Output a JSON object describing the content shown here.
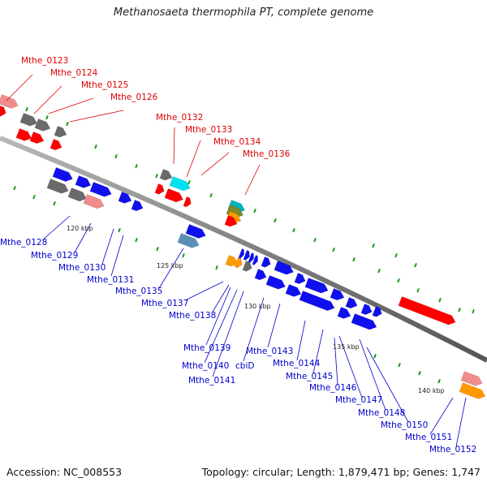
{
  "title": "Methanosaeta thermophila PT, complete genome",
  "footer": {
    "accession": "Accession: NC_008553",
    "summary": "Topology: circular; Length: 1,879,471 bp; Genes: 1,747"
  },
  "ticks": [
    "120 kbp",
    "125 kbp",
    "130 kbp",
    "135 kbp",
    "140 kbp"
  ],
  "colors": {
    "backbone": "#7d7d7d",
    "label_upper": "#dd0000",
    "label_lower": "#0000cc",
    "gene_red": "#ff0000",
    "gene_blue": "#1010ee",
    "gene_gray": "#6a6a6a",
    "gene_pink": "#f08c8c",
    "gene_cyan": "#00e0ee",
    "gene_orange": "#ff9900",
    "gene_steel": "#5b8fb8",
    "gene_olive": "#7a8a2a",
    "gene_teal": "#00b3c0",
    "tick_green": "#1a9a1a"
  },
  "labels_upper": [
    "Mthe_0123",
    "Mthe_0124",
    "Mthe_0125",
    "Mthe_0126",
    "Mthe_0132",
    "Mthe_0133",
    "Mthe_0134",
    "Mthe_0136"
  ],
  "labels_lower": [
    "Mthe_0128",
    "Mthe_0129",
    "Mthe_0130",
    "Mthe_0131",
    "Mthe_0135",
    "Mthe_0137",
    "Mthe_0138",
    "Mthe_0139",
    "Mthe_0140",
    "Mthe_0141",
    "cbiD",
    "Mthe_0143",
    "Mthe_0144",
    "Mthe_0145",
    "Mthe_0146",
    "Mthe_0147",
    "Mthe_0148",
    "Mthe_0150",
    "Mthe_0151",
    "Mthe_0152"
  ]
}
